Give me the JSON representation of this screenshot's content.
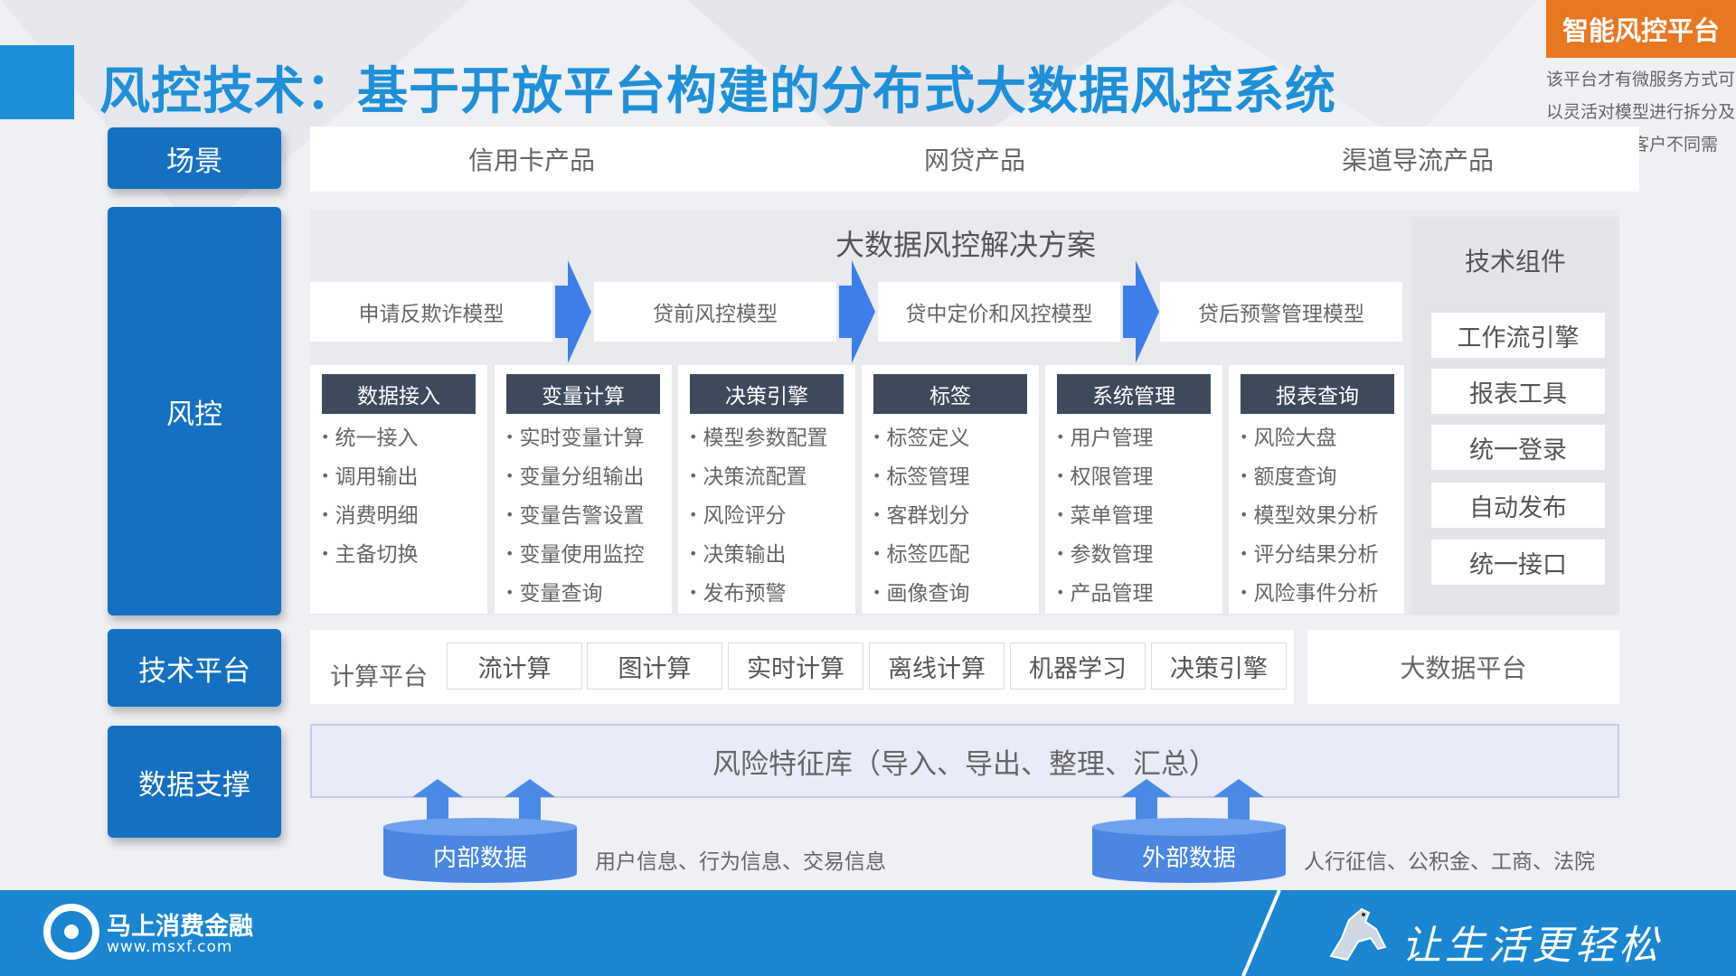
{
  "title": "风控技术：基于开放平台构建的分布式大数据风控系统",
  "badge": "智能风控平台",
  "note": "该平台才有微服务方式可以灵活对模型进行拆分及部署，应对客户不同需求。",
  "labels": {
    "scene": "场景",
    "risk": "风控",
    "tech_platform": "技术平台",
    "data_support": "数据支撑"
  },
  "scenes": [
    "信用卡产品",
    "网贷产品",
    "渠道导流产品"
  ],
  "solution_title": "大数据风控解决方案",
  "models": [
    "申请反欺诈模型",
    "贷前风控模型",
    "贷中定价和风控模型",
    "贷后预警管理模型"
  ],
  "modules": [
    {
      "title": "数据接入",
      "items": [
        "统一接入",
        "调用输出",
        "消费明细",
        "主备切换"
      ]
    },
    {
      "title": "变量计算",
      "items": [
        "实时变量计算",
        "变量分组输出",
        "变量告警设置",
        "变量使用监控",
        "变量查询"
      ]
    },
    {
      "title": "决策引擎",
      "items": [
        "模型参数配置",
        "决策流配置",
        "风险评分",
        "决策输出",
        "发布预警"
      ]
    },
    {
      "title": "标签",
      "items": [
        "标签定义",
        "标签管理",
        "客群划分",
        "标签匹配",
        "画像查询"
      ]
    },
    {
      "title": "系统管理",
      "items": [
        "用户管理",
        "权限管理",
        "菜单管理",
        "参数管理",
        "产品管理"
      ]
    },
    {
      "title": "报表查询",
      "items": [
        "风险大盘",
        "额度查询",
        "模型效果分析",
        "评分结果分析",
        "风险事件分析"
      ]
    }
  ],
  "tech_components": {
    "title": "技术组件",
    "items": [
      "工作流引擎",
      "报表工具",
      "统一登录",
      "自动发布",
      "统一接口"
    ]
  },
  "platform": {
    "label": "计算平台",
    "items": [
      "流计算",
      "图计算",
      "实时计算",
      "离线计算",
      "机器学习",
      "决策引擎"
    ],
    "big_data": "大数据平台"
  },
  "feature_store": "风险特征库（导入、导出、整理、汇总）",
  "data_sources": [
    {
      "name": "内部数据",
      "desc": "用户信息、行为信息、交易信息"
    },
    {
      "name": "外部数据",
      "desc": "人行征信、公积金、工商、法院"
    }
  ],
  "footer": {
    "company": "马上消费金融",
    "url": "www.msxf.com",
    "slogan": "让生活更轻松"
  },
  "colors": {
    "brand_blue": "#1570c2",
    "title_blue": "#1f8fd8",
    "badge_orange": "#e87722",
    "module_header": "#3e4a5c",
    "arrow_blue": "#3d7ee8"
  }
}
